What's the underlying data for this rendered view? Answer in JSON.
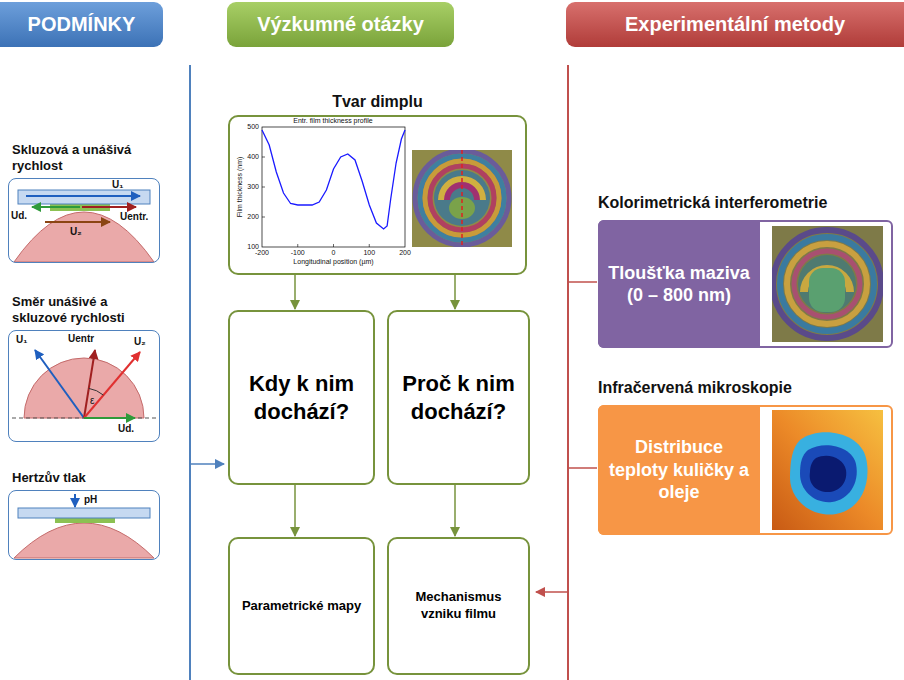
{
  "diagram": {
    "nodes": [
      {
        "text": [
          "PODMÍNKY"
        ]
      },
      {
        "text": [
          "Výzkumné otázky"
        ]
      },
      {
        "text": [
          "Experimentální metody"
        ]
      },
      {
        "text": [
          "Skluzová a unášivá rychlost"
        ]
      },
      {
        "text": [
          "Směr unášivé a skluzové rychlosti"
        ]
      },
      {
        "text": [
          "Hertzův tlak"
        ]
      },
      {
        "text": [
          "Tvar dimplu"
        ]
      },
      {
        "text": [
          "Kdy k nim dochází?"
        ]
      },
      {
        "text": [
          "Proč k nim dochází?"
        ]
      },
      {
        "text": [
          "Parametrické mapy"
        ]
      },
      {
        "text": [
          "Mechanismus vzniku filmu"
        ]
      },
      {
        "text": [
          "Kolorimetrická interferometrie"
        ]
      },
      {
        "text": [
          "Tloušťka maziva (0 – 800 nm)"
        ],
        "in": 11
      },
      {
        "text": [
          "Infračervená mikroskopie"
        ]
      },
      {
        "text": [
          "Distribuce teploty kuličky a oleje"
        ],
        "in": 13
      }
    ],
    "edges": [
      {
        "from": 6,
        "to": 7,
        "arrow": "to"
      },
      {
        "from": 6,
        "to": 8,
        "arrow": "to"
      },
      {
        "from": 7,
        "to": 9,
        "arrow": "to"
      },
      {
        "from": 8,
        "to": 10,
        "arrow": "to"
      }
    ],
    "labels": [
      "U₁",
      "Ud.",
      "Uentr.",
      "U₂",
      "U₁",
      "Uentr",
      "U₂",
      "ε",
      "Ud.",
      "pH",
      "Entr. film thickness profile",
      "Film thickness (nm)",
      "500",
      "400",
      "300",
      "200",
      "100",
      "-200",
      "-100",
      "0",
      "100",
      "200",
      "Longitudinal position (µm)"
    ]
  }
}
